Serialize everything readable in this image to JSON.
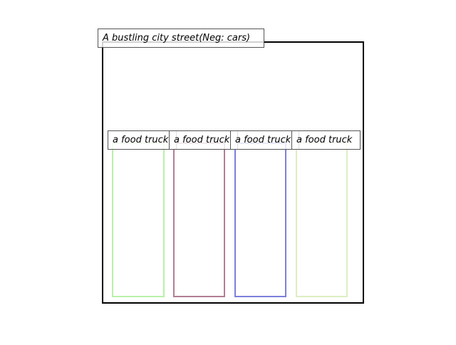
{
  "scene": {
    "caption": "A bustling city street(Neg: cars)",
    "frame_color": "#000000"
  },
  "objects": [
    {
      "label": "a food truck",
      "color": "#b9f0a8"
    },
    {
      "label": "a food truck",
      "color": "#b27d94"
    },
    {
      "label": "a food truck",
      "color": "#7b80dc"
    },
    {
      "label": "a food truck",
      "color": "#dcefc2"
    }
  ]
}
